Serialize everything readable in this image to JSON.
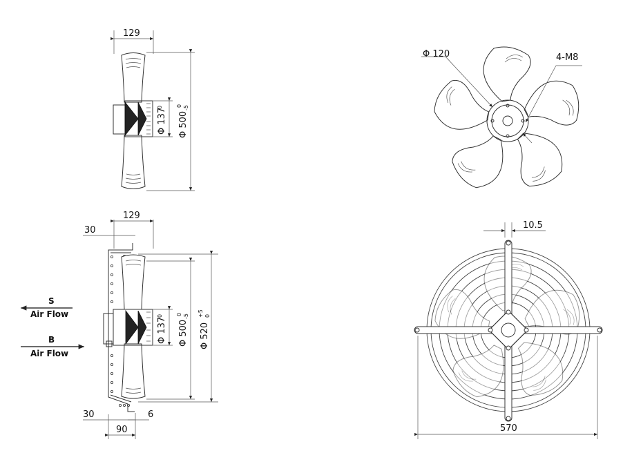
{
  "views": {
    "side_top": {
      "dim_width": "129",
      "dim_hub": "Φ 137",
      "dim_hub_tol_up": "0",
      "dim_hub_tol_dn": "",
      "dim_blade": "Φ 500",
      "dim_blade_tol_up": "0",
      "dim_blade_tol_dn": "-5"
    },
    "front_blade": {
      "dim_bolt_circle": "Φ 120",
      "dim_bolts": "4-M8"
    },
    "side_bottom": {
      "dim_width": "129",
      "dim_offset_top": "30",
      "dim_offset_bottom": "30",
      "dim_flange": "90",
      "dim_lip": "6",
      "dim_hub": "Φ 137",
      "dim_hub_tol_up": "0",
      "dim_blade": "Φ 500",
      "dim_blade_tol_up": "0",
      "dim_blade_tol_dn": "-5",
      "dim_guard": "Φ 520",
      "dim_guard_tol_up": "+5",
      "dim_guard_tol_dn": "0"
    },
    "front_guard": {
      "dim_slot": "10.5",
      "dim_width": "570"
    }
  },
  "airflow": {
    "s_letter": "S",
    "s_label": "Air Flow",
    "b_letter": "B",
    "b_label": "Air Flow"
  }
}
